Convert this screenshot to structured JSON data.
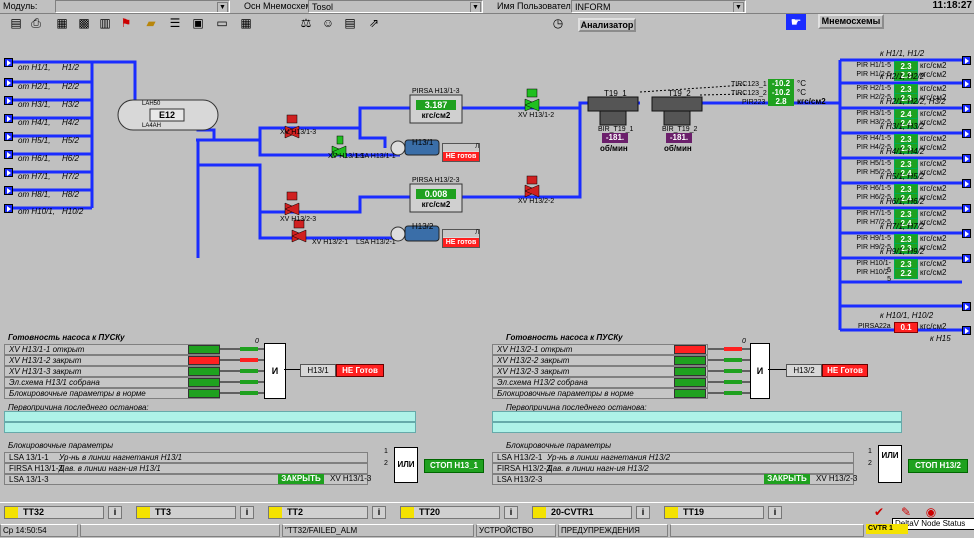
{
  "header": {
    "module_label": "Модуль:",
    "module_value": "",
    "scheme_label": "Осн Мнемосхема:",
    "scheme_value": "Tosol",
    "user_label": "Имя Пользователя:",
    "user_value": "INFORM",
    "clock": "11:18:27",
    "analyzer_btn": "Анализатор",
    "mnemo_btn": "Мнемосхемы"
  },
  "inputs_left": [
    {
      "a": "от Н1/1,",
      "b": "Н1/2"
    },
    {
      "a": "от Н2/1,",
      "b": "Н2/2"
    },
    {
      "a": "от Н3/1,",
      "b": "Н3/2"
    },
    {
      "a": "от Н4/1,",
      "b": "Н4/2"
    },
    {
      "a": "от Н5/1,",
      "b": "Н5/2"
    },
    {
      "a": "от Н6/1,",
      "b": "Н6/2"
    },
    {
      "a": "от Н7/1,",
      "b": "Н7/2"
    },
    {
      "a": "от Н8/1,",
      "b": "Н8/2"
    },
    {
      "a": "от Н10/1,",
      "b": "Н10/2"
    }
  ],
  "tank": {
    "name": "Е12",
    "lah": "LAH50",
    "laal": "LA4AH"
  },
  "valves": {
    "xv1": "XV Н13/1-3",
    "xv2": "XV Н13/1-1",
    "xv3": "XV Н13/2-3",
    "xv4": "XV Н13/2-1",
    "xv5": "XV Н13/1-2",
    "xv6": "XV Н13/2-2"
  },
  "pumps": {
    "p1_lsa": "LSA Н13/1-1",
    "p1_name": "Н13/1",
    "p1_status": "НЕ готов",
    "p2_lsa": "LSA Н13/2-1",
    "p2_name": "Н13/2",
    "p2_status": "НЕ готов"
  },
  "pirsa1": {
    "tag": "PIRSA Н13/1-3",
    "value": "3.187",
    "unit": "кгс/см2"
  },
  "pirsa2": {
    "tag": "PIRSA Н13/2-3",
    "value": "0.008",
    "unit": "кгс/см2"
  },
  "filters": {
    "t1": "Т19_1",
    "t2": "Т19_2",
    "bir1": "BIR_Т19_1",
    "bir2": "BIR_Т19_2",
    "v1": "-181.",
    "v2": "-181.",
    "unit": "об/мин",
    "trc1": "TIRC123_1",
    "trc2": "TIRC123_2",
    "trc1v": "-10.2",
    "trc2v": "-10.2",
    "deg": "°С",
    "pir223": "PIR223",
    "pir223v": "2.8",
    "pir223u": "кгс/см2"
  },
  "right_groups": [
    {
      "title": "к Н1/1,  Н1/2",
      "rows": [
        {
          "tag": "PIR Н1/1-5",
          "v": "2.3"
        },
        {
          "tag": "PIR Н1/2-5",
          "v": "2.3"
        }
      ]
    },
    {
      "title": "к Н2/1,  Н2/2",
      "rows": [
        {
          "tag": "PIR Н2/1-5",
          "v": "2.3"
        },
        {
          "tag": "PIR Н2/2-5",
          "v": "2.3"
        }
      ]
    },
    {
      "title": "к Н2/1,  Н2/2,  Н3/2",
      "rows": [
        {
          "tag": "PIR Н3/1-5",
          "v": "2.4"
        },
        {
          "tag": "PIR Н3/2-5",
          "v": "2.4"
        }
      ]
    },
    {
      "title": "к Н3/1,  Н3/2",
      "rows": [
        {
          "tag": "PIR Н4/1-5",
          "v": "2.3"
        },
        {
          "tag": "PIR Н4/2-5",
          "v": "2.3"
        }
      ]
    },
    {
      "title": "к Н4/1,  Н4/2",
      "rows": [
        {
          "tag": "PIR Н5/1-5",
          "v": "2.3"
        },
        {
          "tag": "PIR Н5/2-5",
          "v": "2.4"
        }
      ]
    },
    {
      "title": "к Н5/1,  Н5/2",
      "rows": [
        {
          "tag": "PIR Н6/1-5",
          "v": "2.3"
        },
        {
          "tag": "PIR Н6/2-5",
          "v": "2.4"
        }
      ]
    },
    {
      "title": "к Н6/1,  Н6/2",
      "rows": [
        {
          "tag": "PIR Н7/1-5",
          "v": "2.3"
        },
        {
          "tag": "PIR Н7/2-5",
          "v": "2.4"
        }
      ]
    },
    {
      "title": "к Н7/1,  Н7/2",
      "rows": [
        {
          "tag": "PIR Н9/1-5",
          "v": "2.3"
        },
        {
          "tag": "PIR Н9/2-5",
          "v": "2.3"
        }
      ]
    },
    {
      "title": "к Н9/1,  Н9/2",
      "rows": [
        {
          "tag": "PIR Н10/1-5",
          "v": "2.3"
        },
        {
          "tag": "PIR Н10/2-5",
          "v": "2.2"
        }
      ]
    }
  ],
  "right_last": {
    "title": "к Н10/1,  Н10/2",
    "tag": "PIRSA22а",
    "v": "0.1",
    "foot": "к Н15"
  },
  "right_unit": "кгс/см2",
  "panel1": {
    "title": "Готовность насоса к ПУСКу",
    "rows": [
      "XV Н13/1-1 открыт",
      "XV Н13/1-2 закрыт",
      "XV Н13/1-3 закрыт",
      "Эл.схема Н13/1 собрана",
      "Блокировочные параметры в норме"
    ],
    "and": "И",
    "pump": "Н13/1",
    "status": "НЕ Готов",
    "zero": "0",
    "cause_title": "Первопричина последнего останова:",
    "block_title": "Блокировочные параметры",
    "block_rows": [
      {
        "tag": "LSA 13/1-1",
        "text": "Ур-нь в линии нагнетания Н13/1"
      },
      {
        "tag": "FIRSA Н13/1-3",
        "text": "Дав. в линии нагн-ия Н13/1"
      },
      {
        "tag": "LSA 13/1-3",
        "text": ""
      }
    ],
    "or": "ИЛИ",
    "stop": "СТОП Н13_1",
    "close": "ЗАКРЫТЬ",
    "close_xv": "XV Н13/1-3",
    "n1": "1",
    "n2": "2"
  },
  "panel2": {
    "title": "Готовность насоса к ПУСКу",
    "rows": [
      "XV Н13/2-1 открыт",
      "XV Н13/2-2 закрыт",
      "XV Н13/2-3 закрыт",
      "Эл.схема Н13/2 собрана",
      "Блокировочные параметры в норме"
    ],
    "and": "И",
    "pump": "Н13/2",
    "status": "НЕ Готов",
    "zero": "0",
    "cause_title": "Первопричина последнего останова:",
    "block_title": "Блокировочные параметры",
    "block_rows": [
      {
        "tag": "LSA Н13/2-1",
        "text": "Ур-нь в линии нагнетания Н13/2"
      },
      {
        "tag": "FIRSA Н13/2-3",
        "text": "Дав. в линии нагн-ия Н13/2"
      },
      {
        "tag": "LSA Н13/2-3",
        "text": ""
      }
    ],
    "or": "ИЛИ",
    "stop": "СТОП Н13/2",
    "close": "ЗАКРЫТЬ",
    "close_xv": "XV Н13/2-3",
    "n1": "1",
    "n2": "2"
  },
  "alarms": [
    "ТТ32",
    "ТТ3",
    "ТТ2",
    "ТТ20",
    "20-CVTR1",
    "ТТ19"
  ],
  "alarm_i": "i",
  "status": {
    "time": "Ср 14:50:54",
    "msg": "\"ТТ32/FAILED_ALM",
    "dev": "УСТРОЙСТВО",
    "warn": "ПРЕДУПРЕЖДЕНИЯ",
    "node": "DeltaV Node Status",
    "cvtr": "CVTR 1"
  },
  "colors": {
    "pipe": "#1a2cff",
    "ok": "#1fa11f",
    "bad": "#ff2020",
    "panel": "#c6c6c6",
    "cyan": "#aef2e8"
  }
}
